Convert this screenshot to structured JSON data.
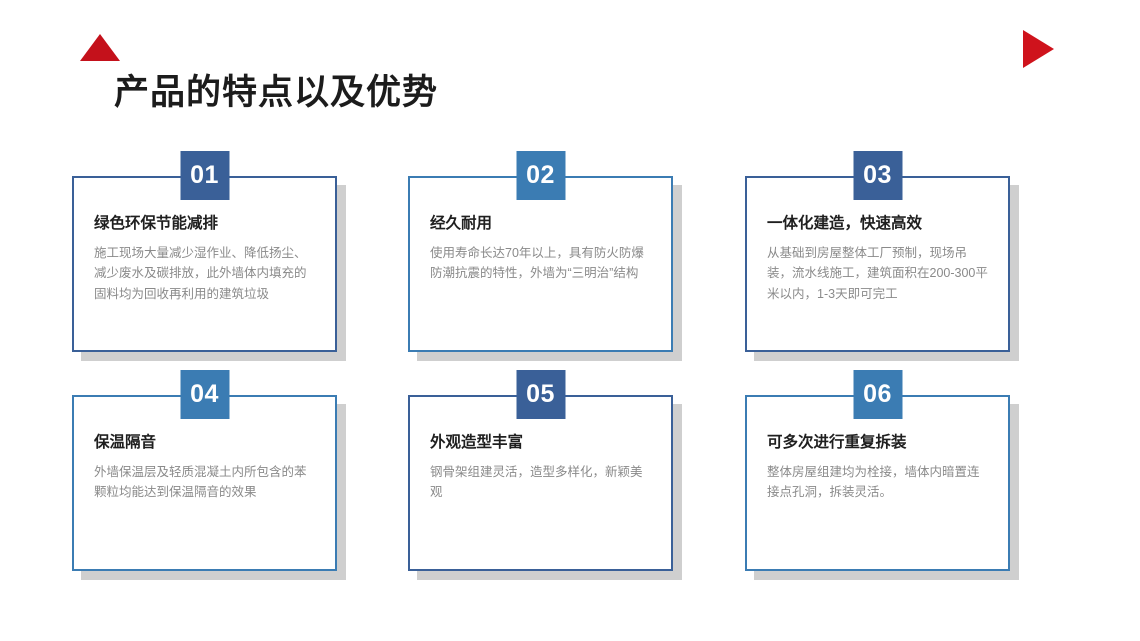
{
  "page": {
    "title": "产品的特点以及优势",
    "background": "#ffffff",
    "accent_dark": "#3a6098",
    "accent_light": "#3b7cb3",
    "accent_red": "#c4111b",
    "body_text_color": "#8a8a8a",
    "shadow_color": "#cfcfcf"
  },
  "decor": {
    "top_left_icon": "triangle-up-icon",
    "top_right_icon": "triangle-right-icon"
  },
  "cards": [
    {
      "number": "01",
      "heading": "绿色环保节能减排",
      "body": "施工现场大量减少湿作业、降低扬尘、减少废水及碳排放，此外墙体内填充的固料均为回收再利用的建筑垃圾",
      "accent": "dark"
    },
    {
      "number": "02",
      "heading": "经久耐用",
      "body": "使用寿命长达70年以上，具有防火防爆防潮抗震的特性，外墙为“三明治”结构",
      "accent": "light"
    },
    {
      "number": "03",
      "heading": "一体化建造，快速高效",
      "body": "从基础到房屋整体工厂预制，现场吊装，流水线施工，建筑面积在200-300平米以内，1-3天即可完工",
      "accent": "dark"
    },
    {
      "number": "04",
      "heading": "保温隔音",
      "body": "外墙保温层及轻质混凝土内所包含的苯颗粒均能达到保温隔音的效果",
      "accent": "light"
    },
    {
      "number": "05",
      "heading": "外观造型丰富",
      "body": "钢骨架组建灵活，造型多样化，新颖美观",
      "accent": "dark"
    },
    {
      "number": "06",
      "heading": "可多次进行重复拆装",
      "body": "整体房屋组建均为栓接，墙体内暗置连接点孔洞，拆装灵活。",
      "accent": "light"
    }
  ]
}
